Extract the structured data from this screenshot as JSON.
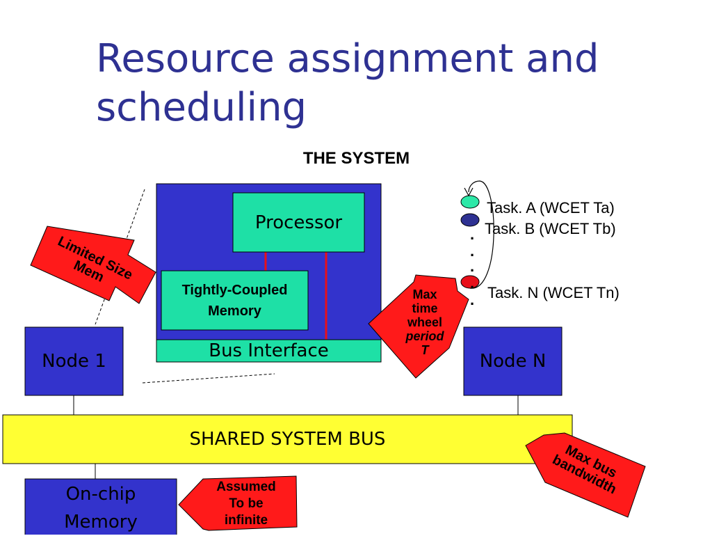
{
  "title": "Resource assignment and scheduling",
  "system_heading": "THE SYSTEM",
  "processor": "Processor",
  "tcm": "Tightly-Coupled Memory",
  "bus_interface": "Bus Interface",
  "node1": "Node 1",
  "nodeN": "Node N",
  "shared_bus": "SHARED SYSTEM BUS",
  "onchip_memory": "On-chip Memory",
  "tasks": [
    {
      "label": "Task. A (WCET Ta)",
      "color": "#2ee8a8"
    },
    {
      "label": "Task. B (WCET Tb)",
      "color": "#2e3192"
    },
    {
      "label": "Task. N (WCET Tn)",
      "color": "#e8101a"
    }
  ],
  "ellipsis_dots": [
    ".",
    ".",
    ".",
    ".",
    "."
  ],
  "callouts": {
    "limited_mem": "Limited Size Mem",
    "max_time": {
      "line1": "Max",
      "line2": "time",
      "line3": "wheel",
      "line4": "period",
      "line5": "T"
    },
    "max_bus": "Max bus bandwidth",
    "assumed": "Assumed To be infinite"
  },
  "colors": {
    "title": "#2e3192",
    "node_blue": "#3333cc",
    "teal": "#1ee0a6",
    "bus_yellow": "#ffff33",
    "callout_red": "#ff1a1a"
  }
}
